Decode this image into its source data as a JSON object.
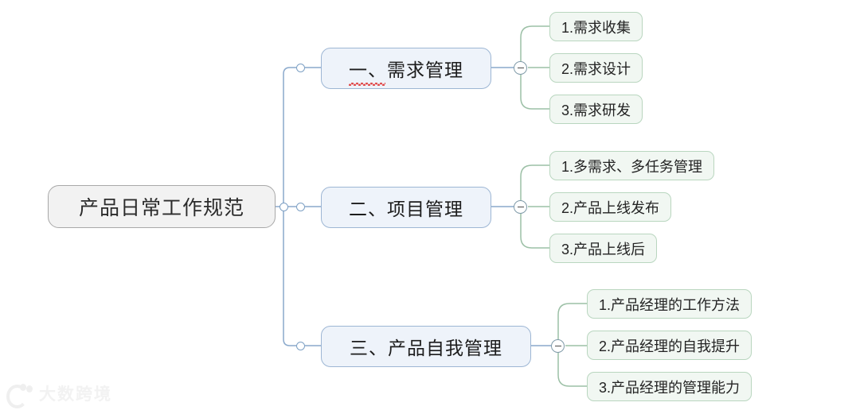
{
  "diagram": {
    "type": "mindmap",
    "background": "#ffffff",
    "root": {
      "label": "产品日常工作规范",
      "fill": "#f2f2f2",
      "border": "#a8a8a8"
    },
    "branch_style": {
      "fill": "#eef3fa",
      "border": "#9db6d4",
      "line": "#8aa9cc"
    },
    "leaf_style": {
      "fill": "#f1f7f2",
      "border": "#b9d6bf",
      "line": "#9cc0a6"
    },
    "branches": [
      {
        "ordinal": "一、",
        "title": "需求管理",
        "misspelled_ordinal": true,
        "toggle": "minus",
        "children": [
          {
            "label": "1.需求收集"
          },
          {
            "label": "2.需求设计"
          },
          {
            "label": "3.需求研发"
          }
        ]
      },
      {
        "ordinal": "二、",
        "title": "项目管理",
        "misspelled_ordinal": false,
        "toggle": "minus",
        "children": [
          {
            "label": "1.多需求、多任务管理"
          },
          {
            "label": "2.产品上线发布"
          },
          {
            "label": "3.产品上线后"
          }
        ]
      },
      {
        "ordinal": "三、",
        "title": "产品自我管理",
        "misspelled_ordinal": false,
        "toggle": "minus",
        "children": [
          {
            "label": "1.产品经理的工作方法"
          },
          {
            "label": "2.产品经理的自我提升"
          },
          {
            "label": "3.产品经理的管理能力"
          }
        ]
      }
    ]
  },
  "watermark": {
    "text": "大数跨境",
    "color": "#e8e8e8"
  }
}
